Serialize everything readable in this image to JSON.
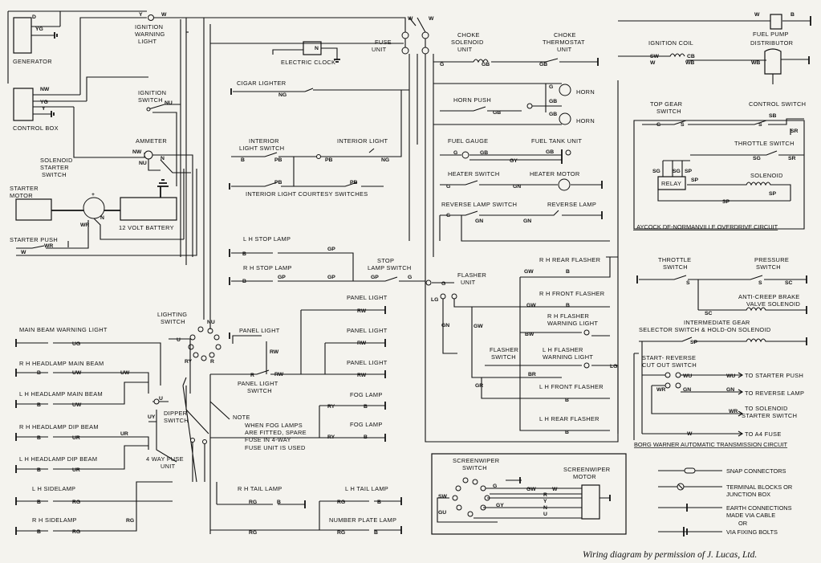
{
  "caption": "Wiring diagram by permission of J. Lucas, Ltd.",
  "components": {
    "generator": "GENERATOR",
    "control_box": "CONTROL BOX",
    "ignition_warning_light": [
      "IGNITION",
      "WARNING",
      "LIGHT"
    ],
    "ignition_switch": [
      "IGNITION",
      "SWITCH"
    ],
    "ammeter": "AMMETER",
    "solenoid_starter_switch": [
      "SOLENOID",
      "STARTER",
      "SWITCH"
    ],
    "starter_motor": [
      "STARTER",
      "MOTOR"
    ],
    "battery": "12 VOLT BATTERY",
    "starter_push": "STARTER PUSH",
    "electric_clock": "ELECTRIC CLOCK",
    "cigar_lighter": "CIGAR LIGHTER",
    "interior_light_switch": [
      "INTERIOR",
      "LIGHT SWITCH"
    ],
    "interior_light": "INTERIOR LIGHT",
    "courtesy_switches": "INTERIOR LIGHT COURTESY SWITCHES",
    "fuse_unit": [
      "FUSE",
      "UNIT"
    ],
    "choke_solenoid_unit": [
      "CHOKE",
      "SOLENOID",
      "UNIT"
    ],
    "choke_thermostat_unit": [
      "CHOKE",
      "THERMOSTAT",
      "UNIT"
    ],
    "ignition_coil": "IGNITION COIL",
    "fuel_pump": "FUEL PUMP",
    "distributor": "DISTRIBUTOR",
    "horn_push": "HORN PUSH",
    "horn": "HORN",
    "fuel_gauge": "FUEL GAUGE",
    "fuel_tank_unit": "FUEL TANK UNIT",
    "heater_switch": "HEATER SWITCH",
    "heater_motor": "HEATER MOTOR",
    "reverse_lamp_switch": "REVERSE LAMP SWITCH",
    "reverse_lamp": "REVERSE LAMP",
    "top_gear_switch": [
      "TOP GEAR",
      "SWITCH"
    ],
    "control_switch": "CONTROL SWITCH",
    "throttle_switch": "THROTTLE SWITCH",
    "relay": "RELAY",
    "od_solenoid": "SOLENOID",
    "overdrive_title": "LAYCOCK DE-NORMANVILLE OVERDRIVE CIRCUIT",
    "lh_stop_lamp": "L H STOP LAMP",
    "rh_stop_lamp": "R H STOP LAMP",
    "stop_lamp_switch": [
      "STOP",
      "LAMP SWITCH"
    ],
    "flasher_unit": [
      "FLASHER",
      "UNIT"
    ],
    "rh_rear_flasher": "R H REAR FLASHER",
    "rh_front_flasher": "R H FRONT FLASHER",
    "rh_flasher_warning": [
      "R H FLASHER",
      "WARNING LIGHT"
    ],
    "flasher_switch": [
      "FLASHER",
      "SWITCH"
    ],
    "lh_flasher_warning": [
      "L H FLASHER",
      "WARNING LIGHT"
    ],
    "lh_front_flasher": "L H FRONT FLASHER",
    "lh_rear_flasher": "L H REAR FLASHER",
    "throttle_switch_2": [
      "THROTTLE",
      "SWITCH"
    ],
    "pressure_switch": [
      "PRESSURE",
      "SWITCH"
    ],
    "anti_creep": [
      "ANTI-CREEP BRAKE",
      "VALVE SOLENOID"
    ],
    "intermediate_gear": [
      "INTERMEDIATE GEAR",
      "SELECTOR SWITCH & HOLD-ON SOLENOID"
    ],
    "start_reverse_cutout": [
      "START- REVERSE",
      "CUT OUT SWITCH"
    ],
    "to_starter_push": "TO STARTER PUSH",
    "to_reverse_lamp": "TO REVERSE LAMP",
    "to_solenoid_starter": [
      "TO SOLENOID",
      "STARTER SWITCH"
    ],
    "to_a4_fuse": "TO A4 FUSE",
    "borg_title": "BORG WARNER AUTOMATIC TRANSMISSION CIRCUIT",
    "main_beam_warning": "MAIN BEAM WARNING LIGHT",
    "rh_headlamp_main": "R H HEADLAMP MAIN BEAM",
    "lh_headlamp_main": "L H HEADLAMP MAIN BEAM",
    "rh_headlamp_dip": "R H HEADLAMP DIP BEAM",
    "lh_headlamp_dip": "L H HEADLAMP DIP BEAM",
    "lh_sidelamp": "L H SIDELAMP",
    "rh_sidelamp": "R H SIDELAMP",
    "lighting_switch": [
      "LIGHTING",
      "SWITCH"
    ],
    "dipper_switch": [
      "DIPPER",
      "SWITCH"
    ],
    "four_way_fuse": [
      "4 WAY FUSE",
      "UNIT"
    ],
    "note": [
      "NOTE",
      "WHEN FOG LAMPS",
      "ARE FITTED, SPARE",
      "FUSE IN 4-WAY",
      "FUSE UNIT IS USED"
    ],
    "panel_light": "PANEL LIGHT",
    "panel_light_switch": [
      "PANEL LIGHT",
      "SWITCH"
    ],
    "fog_lamp": "FOG LAMP",
    "rh_tail_lamp": "R H TAIL LAMP",
    "lh_tail_lamp": "L H TAIL LAMP",
    "number_plate_lamp": "NUMBER PLATE LAMP",
    "screenwiper_switch": [
      "SCREENWIPER",
      "SWITCH"
    ],
    "screenwiper_motor": [
      "SCREENWIPER",
      "MOTOR"
    ]
  },
  "legend": {
    "snap": "SNAP CONNECTORS",
    "terminal": [
      "TERMINAL BLOCKS OR",
      "JUNCTION BOX"
    ],
    "earth_cable": [
      "EARTH CONNECTIONS",
      "MADE VIA CABLE"
    ],
    "or": "OR",
    "earth_bolts": "VIA FIXING BOLTS"
  }
}
